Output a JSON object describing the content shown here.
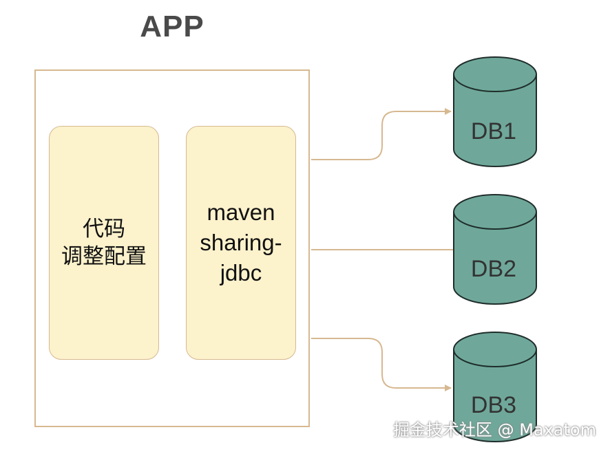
{
  "app": {
    "title": "APP"
  },
  "modules": {
    "code_config": {
      "lines": [
        "代码",
        "调整配置"
      ]
    },
    "maven": {
      "lines": [
        "maven",
        "sharing-",
        "jdbc"
      ]
    }
  },
  "databases": [
    {
      "label": "DB1"
    },
    {
      "label": "DB2"
    },
    {
      "label": "DB3"
    }
  ],
  "colors": {
    "frame_border": "#d6b890",
    "module_fill": "#fcf2cc",
    "db_fill": "#6fa89a",
    "db_stroke": "#1f2d2a",
    "arrow": "#d6b890"
  },
  "watermark": "掘金技术社区 @ Maxatom"
}
